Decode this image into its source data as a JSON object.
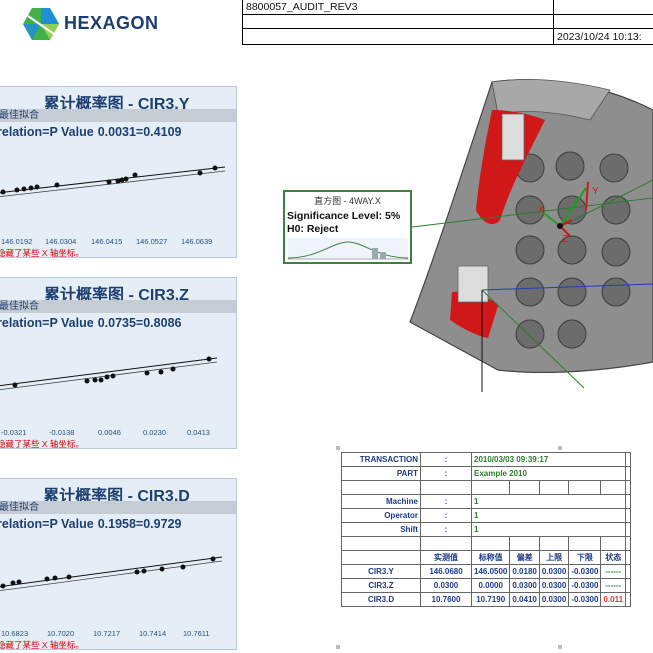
{
  "header": {
    "brand": "HEXAGON",
    "doc_code": "8800057_AUDIT_REV3",
    "timestamp": "2023/10/24 10:13:"
  },
  "colors": {
    "brand": "#1a3c6e",
    "logo_green": "#43b049",
    "logo_blue": "#1f8fd6",
    "panel_bg": "#e5eef7",
    "part_red": "#d01818",
    "note_red": "#e00000"
  },
  "charts": [
    {
      "title": "累计概率图 - CIR3.Y",
      "fit_label": "最佳拟合",
      "correlation_prefix": "relation=P Value",
      "correlation_values": "0.0031=0.4109",
      "ticks": [
        "146.0192",
        "146.0304",
        "146.0415",
        "146.0527",
        "146.0639"
      ],
      "note": "隐藏了某些 X 轴坐标。"
    },
    {
      "title": "累计概率图 - CIR3.Z",
      "fit_label": "最佳拟合",
      "correlation_prefix": "relation=P Value",
      "correlation_values": "0.0735=0.8086",
      "ticks": [
        "-0.0321",
        "-0.0138",
        "0.0046",
        "0.0230",
        "0.0413"
      ],
      "note": "隐藏了某些 X 轴坐标。"
    },
    {
      "title": "累计概率图 - CIR3.D",
      "fit_label": "最佳拟合",
      "correlation_prefix": "relation=P Value",
      "correlation_values": "0.1958=0.9729",
      "ticks": [
        "10.6823",
        "10.7020",
        "10.7217",
        "10.7414",
        "10.7611"
      ],
      "note": "隐藏了某些 X 轴坐标。"
    }
  ],
  "tooltip": {
    "title": "直方图 - 4WAY.X",
    "line1": "Significance Level: 5%",
    "line2": "H0: Reject"
  },
  "axes3d": {
    "x": "X",
    "y": "Y",
    "z": "Z"
  },
  "report": {
    "transaction_label": "TRANSACTION",
    "transaction_value": "2010/03/03 09:39:17",
    "part_label": "PART",
    "part_value": "Example 2010",
    "machine_label": "Machine",
    "machine_value": "1",
    "operator_label": "Operator",
    "operator_value": "1",
    "shift_label": "Shift",
    "shift_value": "1",
    "colon": ":",
    "columns": [
      "实测值",
      "标称值",
      "偏差",
      "上限",
      "下限",
      "状态"
    ],
    "rows": [
      {
        "name": "CIR3.Y",
        "measured": "146.0680",
        "nominal": "146.0500",
        "deviation": "0.0180",
        "upper": "0.0300",
        "lower": "-0.0300",
        "status": "------"
      },
      {
        "name": "CIR3.Z",
        "measured": "0.0300",
        "nominal": "0.0000",
        "deviation": "0.0300",
        "upper": "0.0300",
        "lower": "-0.0300",
        "status": "------"
      },
      {
        "name": "CIR3.D",
        "measured": "10.7600",
        "nominal": "10.7190",
        "deviation": "0.0410",
        "upper": "0.0300",
        "lower": "-0.0300",
        "status": "0.011"
      }
    ]
  }
}
